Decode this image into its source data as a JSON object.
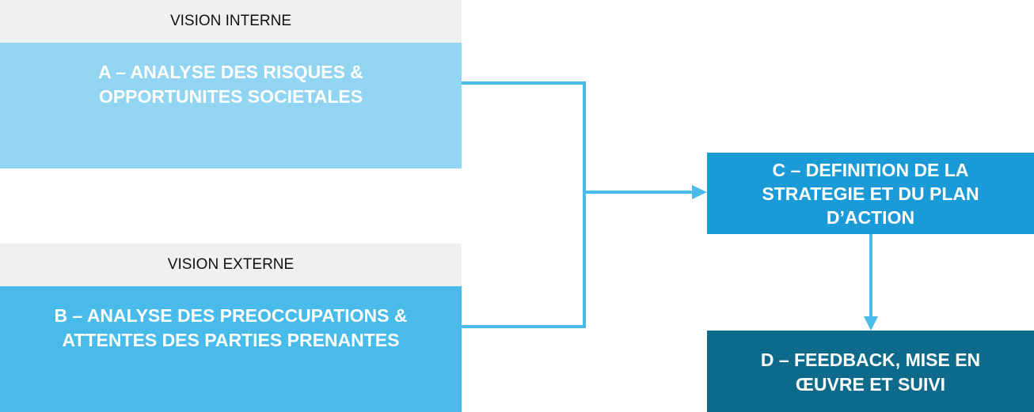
{
  "colors": {
    "header_bg": "#f0f0f0",
    "box_a": "#92d5f2",
    "box_b": "#48bbea",
    "box_c": "#1a9ad6",
    "box_d": "#0e6a8a",
    "connector": "#48bbea"
  },
  "internal": {
    "header": "VISION INTERNE",
    "box_text": "A –  ANALYSE DES RISQUES &\nOPPORTUNITES SOCIETALES"
  },
  "external": {
    "header": "VISION EXTERNE",
    "box_text": "B –  ANALYSE DES PREOCCUPATIONS &\nATTENTES DES PARTIES PRENANTES"
  },
  "strategy": {
    "box_text": "C – DEFINITION DE LA\nSTRATEGIE ET DU PLAN\nD’ACTION"
  },
  "feedback": {
    "box_text": "D – FEEDBACK, MISE EN\nŒUVRE ET SUIVI"
  }
}
